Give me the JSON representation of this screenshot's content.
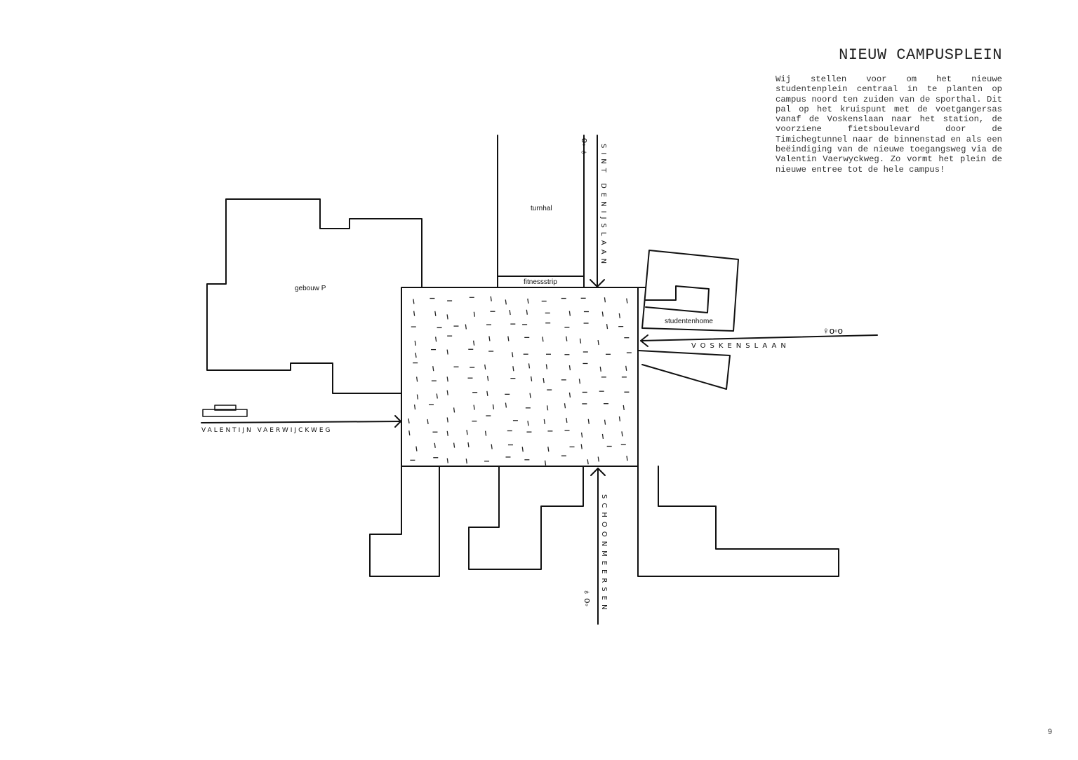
{
  "header": {
    "title": "NIEUW CAMPUSPLEIN"
  },
  "description": "Wij stellen voor om het nieuwe studentenplein centraal in te planten op campus noord ten zuiden van de sporthal. Dit pal op het kruispunt met de voetgangersas vanaf de Voskenslaan naar het station, de voorziene fietsboulevard door de Timichegtunnel naar de binnenstad en als een beëindiging van de nieuwe toegangsweg via de Valentin Vaerwyckweg. Zo vormt het plein de nieuwe entree tot de hele campus!",
  "diagram": {
    "buildings": {
      "gebouw_p": "gebouw P",
      "turnhal": "turnhal",
      "fitnessstrip": "fitnessstrip",
      "studentenhome": "studentenhome"
    },
    "roads": {
      "north": "SINT DENIJSLAAN",
      "east": "VOSKENSLAAN",
      "west": "VALENTIJN VAERWIJCKWEG",
      "south": "SCHOONMEERSEN"
    }
  },
  "footer": {
    "page_number": "9"
  }
}
